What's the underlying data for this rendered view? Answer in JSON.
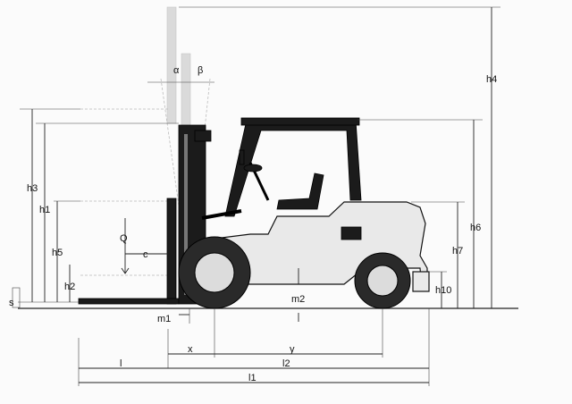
{
  "diagram": {
    "labels": {
      "alpha": "α",
      "beta": "β",
      "h1": "h1",
      "h2": "h2",
      "h3": "h3",
      "h4": "h4",
      "h5": "h5",
      "h6": "h6",
      "h7": "h7",
      "h10": "h10",
      "s": "s",
      "Q": "Q",
      "c": "c",
      "m1": "m1",
      "m2": "m2",
      "x": "x",
      "y": "y",
      "l": "l",
      "l1": "l1",
      "l2": "l2"
    }
  }
}
